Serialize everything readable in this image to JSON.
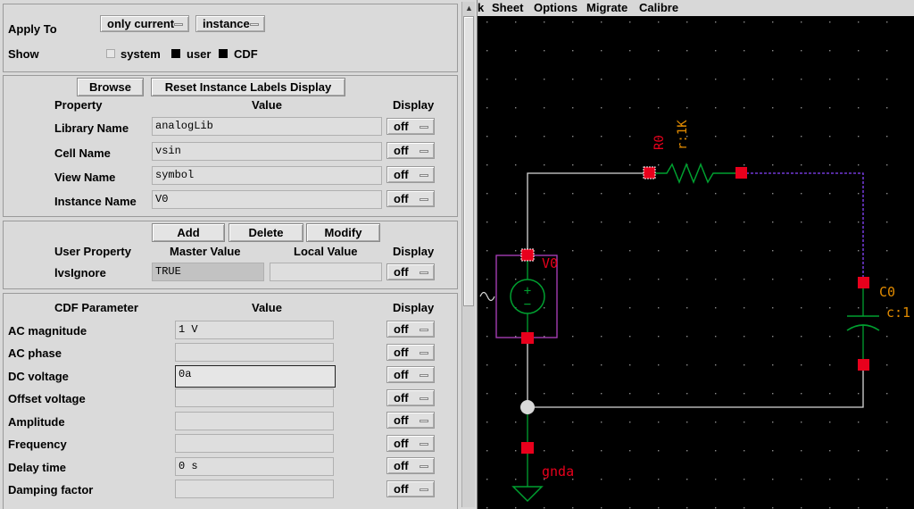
{
  "apply": {
    "label": "Apply To",
    "scope_value": "only current",
    "type_value": "instance"
  },
  "show": {
    "label": "Show",
    "options": [
      {
        "label": "system",
        "checked": false
      },
      {
        "label": "user",
        "checked": true
      },
      {
        "label": "CDF",
        "checked": true
      }
    ]
  },
  "instance_section": {
    "browse_label": "Browse",
    "reset_label": "Reset Instance Labels Display",
    "headers": {
      "property": "Property",
      "value": "Value",
      "display": "Display"
    },
    "rows": [
      {
        "name": "Library Name",
        "value": "analogLib",
        "display": "off"
      },
      {
        "name": "Cell Name",
        "value": "vsin",
        "display": "off"
      },
      {
        "name": "View Name",
        "value": "symbol",
        "display": "off"
      },
      {
        "name": "Instance Name",
        "value": "V0",
        "display": "off"
      }
    ]
  },
  "user_section": {
    "add_label": "Add",
    "delete_label": "Delete",
    "modify_label": "Modify",
    "headers": {
      "property": "User Property",
      "master": "Master Value",
      "local": "Local Value",
      "display": "Display"
    },
    "rows": [
      {
        "name": "lvsIgnore",
        "master": "TRUE",
        "local": "",
        "display": "off"
      }
    ]
  },
  "cdf_section": {
    "headers": {
      "param": "CDF Parameter",
      "value": "Value",
      "display": "Display"
    },
    "rows": [
      {
        "name": "AC magnitude",
        "value": "1 V",
        "display": "off"
      },
      {
        "name": "AC phase",
        "value": "",
        "display": "off"
      },
      {
        "name": "DC voltage",
        "value": "0a",
        "display": "off"
      },
      {
        "name": "Offset voltage",
        "value": "",
        "display": "off"
      },
      {
        "name": "Amplitude",
        "value": "",
        "display": "off"
      },
      {
        "name": "Frequency",
        "value": "",
        "display": "off"
      },
      {
        "name": "Delay time",
        "value": "0 s",
        "display": "off"
      },
      {
        "name": "Damping factor",
        "value": "",
        "display": "off"
      }
    ]
  },
  "menu": {
    "items": [
      "k",
      "Sheet",
      "Options",
      "Migrate",
      "Calibre"
    ]
  },
  "schematic": {
    "resistor": {
      "name": "R0",
      "param": "r:1K"
    },
    "source": {
      "name": "V0"
    },
    "capacitor": {
      "name": "C0",
      "param": "c:1"
    },
    "ground": {
      "name": "gnda"
    },
    "colors": {
      "background": "#000000",
      "wire": "#d8d8d8",
      "pin": "#e8001c",
      "device": "#00a030",
      "instance_name": "#e8001c",
      "param_text": "#e08a00",
      "selection_box": "#b040c0",
      "dashed_wire": "#8844ff",
      "grid_dot": "#8a8a8a"
    }
  }
}
